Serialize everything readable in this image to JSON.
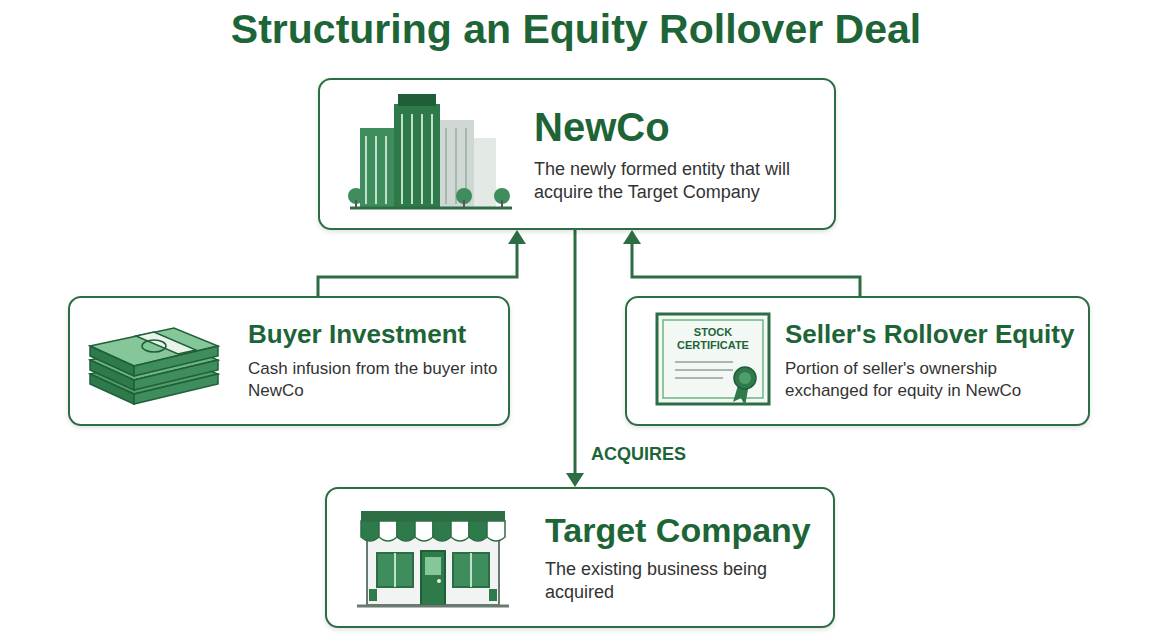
{
  "diagram": {
    "title": "Structuring an Equity Rollover Deal",
    "nodes": [
      {
        "text": [
          "NewCo",
          "The newly formed entity that will acquire the Target Company"
        ]
      },
      {
        "text": [
          "Buyer Investment",
          "Cash infusion from the buyer into NewCo"
        ]
      },
      {
        "text": [
          "Seller's Rollover Equity",
          "Portion of seller's ownership exchanged for equity in NewCo"
        ]
      },
      {
        "text": [
          "Target Company",
          "The existing business being acquired"
        ]
      }
    ],
    "edges": [
      {
        "from": 1,
        "to": 0,
        "arrow": "to"
      },
      {
        "from": 2,
        "to": 0,
        "arrow": "to"
      },
      {
        "from": 0,
        "to": 3,
        "label": "ACQUIRES",
        "arrow": "to"
      }
    ],
    "labels": [
      "STOCK CERTIFICATE"
    ]
  }
}
